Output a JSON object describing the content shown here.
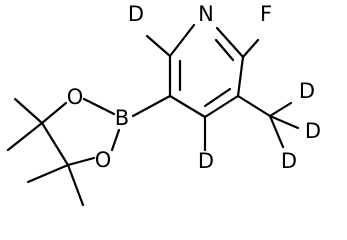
{
  "molecule": {
    "atoms": {
      "ring_nitrogen": "N",
      "fluorine": "F",
      "ring_deuterium_top": "D",
      "ring_deuterium_bottom": "D",
      "methyl_deuterium_top": "D",
      "methyl_deuterium_right": "D",
      "methyl_deuterium_bottom": "D",
      "boron": "B",
      "oxygen_upper": "O",
      "oxygen_lower": "O"
    },
    "colors": {
      "bonds": "#000000",
      "labels": "#000000",
      "background": "#ffffff"
    }
  }
}
